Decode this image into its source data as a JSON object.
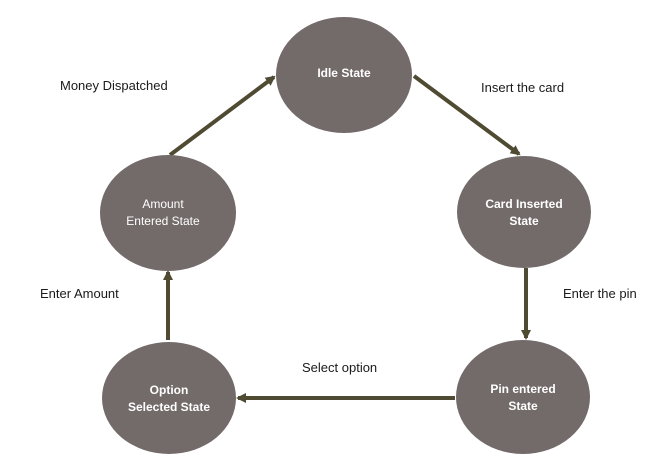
{
  "diagram": {
    "colors": {
      "node_fill": "#736b69",
      "node_text": "#ffffff",
      "arrow": "#4f4b33",
      "label_text": "#1a1a1a"
    },
    "nodes": {
      "idle": {
        "line1": "Idle State",
        "line2": ""
      },
      "card_inserted": {
        "line1": "Card Inserted",
        "line2": "State"
      },
      "pin_entered": {
        "line1": "Pin entered",
        "line2": "State"
      },
      "option_selected": {
        "line1": "Option",
        "line2": "Selected State"
      },
      "amount_entered": {
        "line1": "Amount",
        "line2": "Entered State"
      }
    },
    "transitions": {
      "insert_card": "Insert the card",
      "enter_pin": "Enter the pin",
      "select_option": "Select option",
      "enter_amount": "Enter Amount",
      "money_dispatched": "Money Dispatched"
    }
  }
}
